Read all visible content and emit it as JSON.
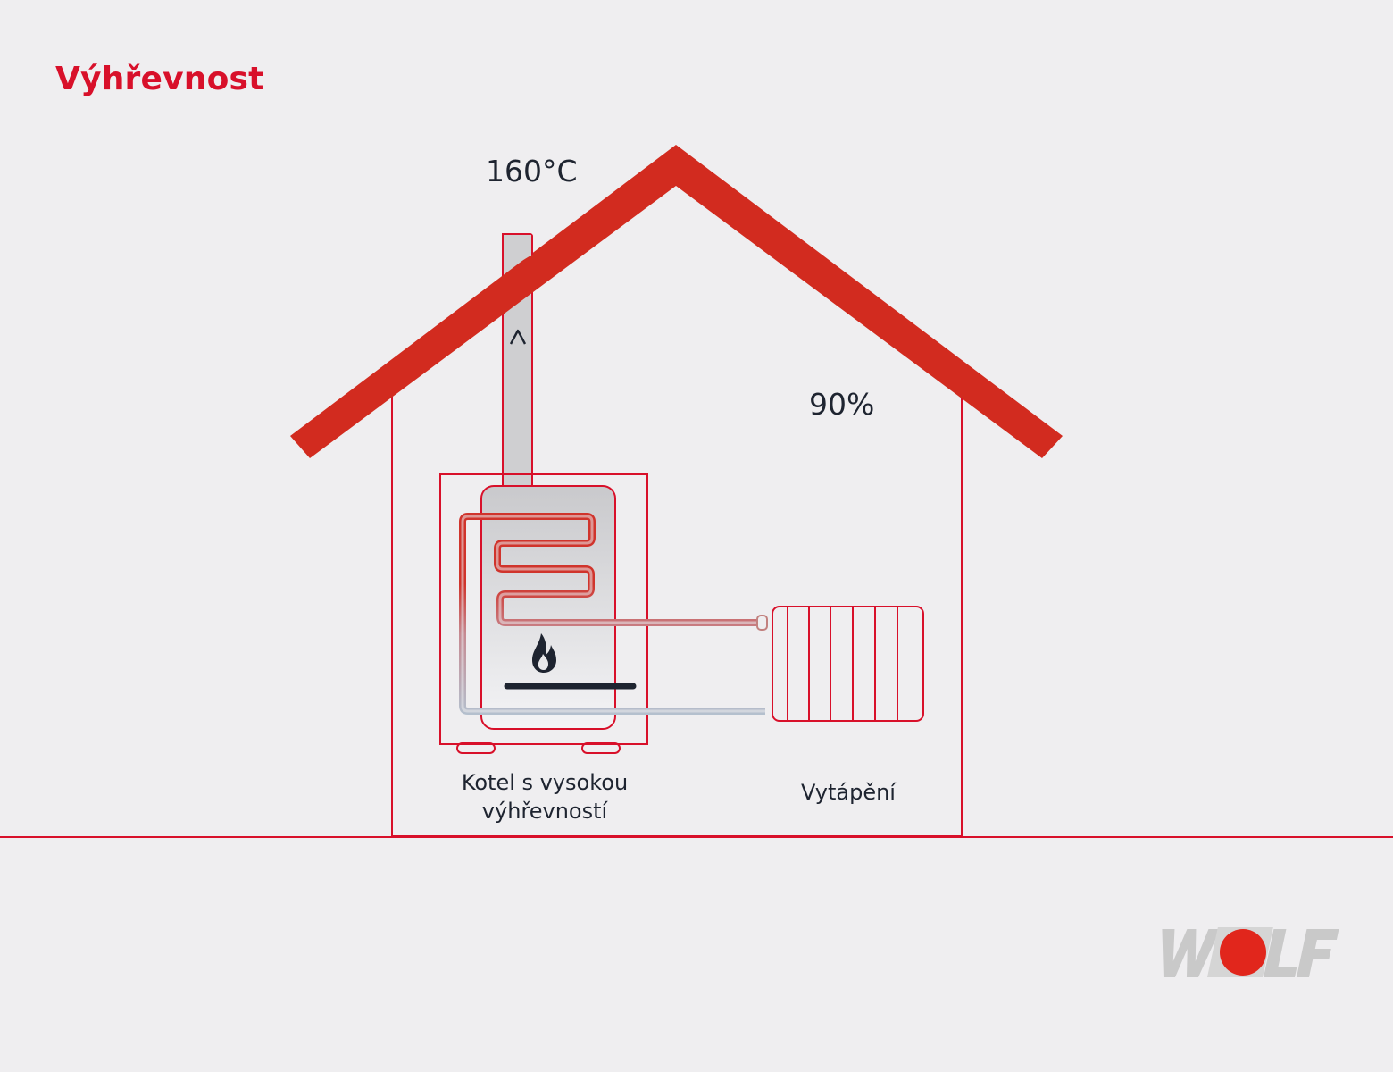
{
  "title": "Výhřevnost",
  "flue_temperature": "160°C",
  "efficiency": "90%",
  "boiler": {
    "label_line1": "Kotel s vysokou",
    "label_line2": "výhřevností"
  },
  "heating": {
    "label": "Vytápění"
  },
  "logo": {
    "text": "WOLF"
  },
  "colors": {
    "background": "#efeef0",
    "roof": "#d22b1f",
    "outline": "#d8102a",
    "text": "#1e2430",
    "hot_pipe": "#d0342c",
    "cold_pipe": "#b4c0ce",
    "logo_grey": "#c9c9c9",
    "logo_dot": "#e1261c"
  },
  "icons": [
    "flame-icon",
    "arrow-up-icon"
  ]
}
